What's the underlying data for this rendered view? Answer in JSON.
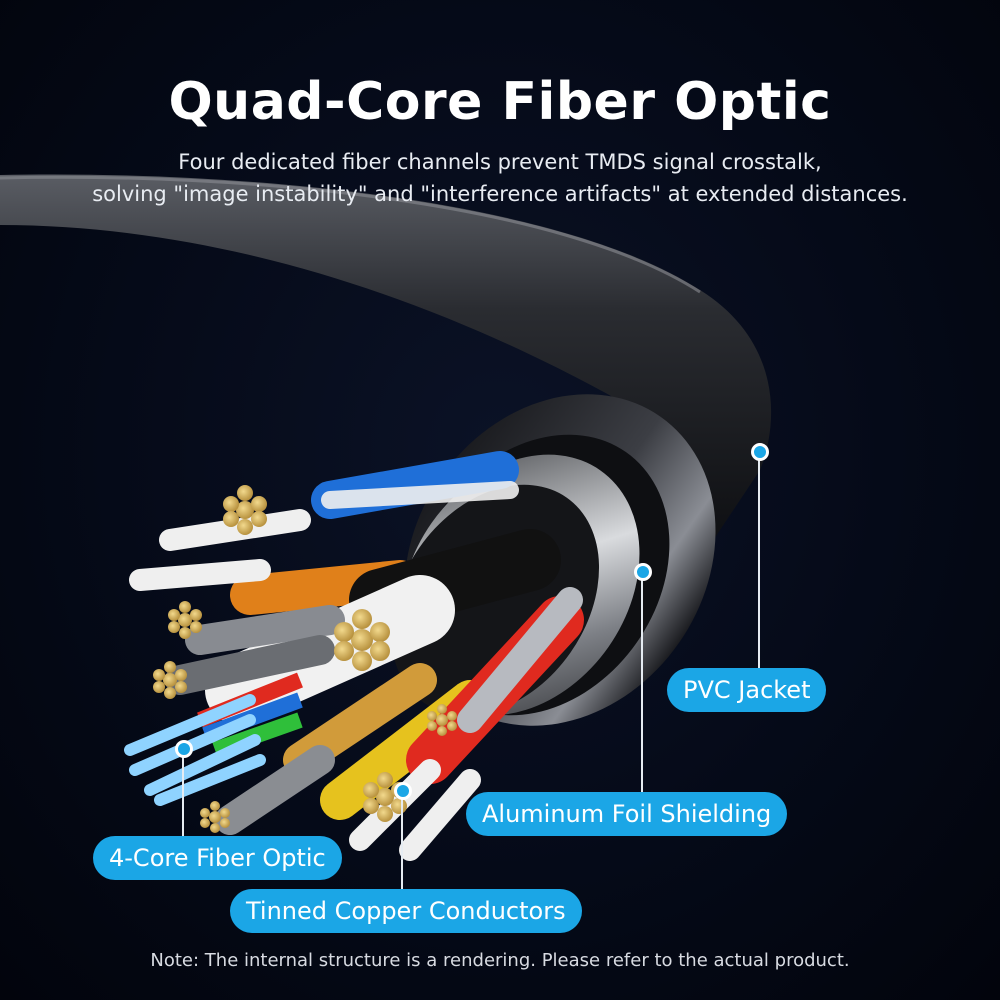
{
  "header": {
    "title": "Quad-Core Fiber Optic",
    "subtitle_line1": "Four dedicated fiber channels prevent TMDS signal crosstalk,",
    "subtitle_line2": "solving \"image instability\" and \"interference artifacts\" at extended distances."
  },
  "callouts": [
    {
      "label": "PVC Jacket"
    },
    {
      "label": "Aluminum Foil Shielding"
    },
    {
      "label": "4-Core Fiber Optic"
    },
    {
      "label": "Tinned Copper Conductors"
    }
  ],
  "footer": {
    "note": "Note: The internal structure is a rendering. Please refer to the actual product."
  },
  "colors": {
    "accent": "#1ba6e6",
    "background": "#050a18",
    "text": "#ffffff"
  },
  "illustration": {
    "subject": "cable-cross-section",
    "wire_colors": [
      "#1f6fd8",
      "#e0801a",
      "#111111",
      "#ffffff",
      "#e02a1f",
      "#e6c21e",
      "#2fbf3a"
    ]
  }
}
